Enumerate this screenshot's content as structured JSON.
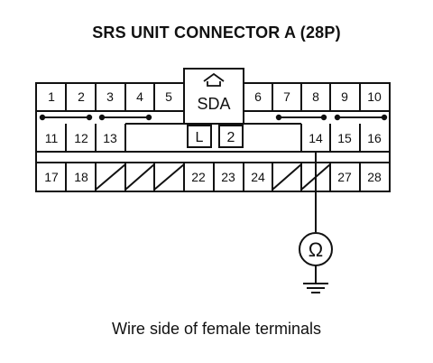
{
  "title": "SRS UNIT CONNECTOR A (28P)",
  "caption": "Wire side of female terminals",
  "lock_label": "SDA",
  "key_labels": [
    "L",
    "2"
  ],
  "ohm_symbol": "Ω",
  "terminals": {
    "row1": [
      "1",
      "2",
      "3",
      "4",
      "5",
      "6",
      "7",
      "8",
      "9",
      "10"
    ],
    "row2": [
      "11",
      "12",
      "13",
      "14",
      "15",
      "16"
    ],
    "row3": [
      "17",
      "18",
      "22",
      "23",
      "24",
      "27",
      "28"
    ]
  },
  "colors": {
    "line": "#111111",
    "background": "#ffffff"
  }
}
